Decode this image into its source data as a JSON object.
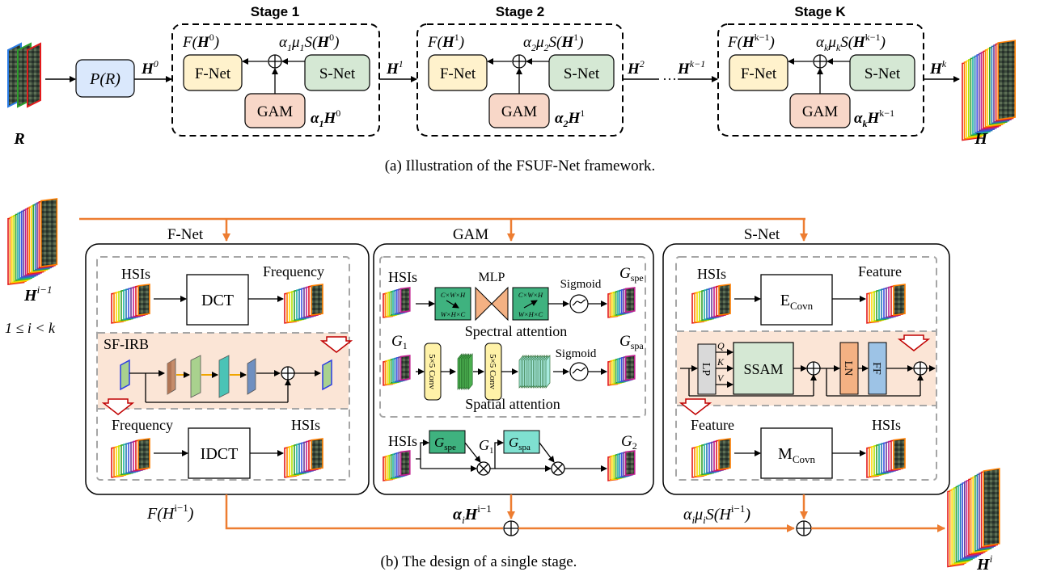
{
  "colors": {
    "orange_arrow": "#ed7d31",
    "fnet_fill": "#fff2cc",
    "snet_fill": "#d5e8d4",
    "gam_fill": "#f8d7c8",
    "p_fill": "#dae8fc",
    "sf_irb_band": "#fbe5d6",
    "block_brown": "#c58c6a",
    "block_green": "#a9d18e",
    "block_teal": "#4bc3b6",
    "block_blue": "#6f8fc0",
    "ln_fill": "#f4b183",
    "ff_fill": "#9dc3e6",
    "lp_fill": "#d9d9d9",
    "conv_fill": "#fff2a8",
    "gspe_fill": "#3fb27f",
    "gspa_fill": "#7fe0d0",
    "down_arrow_red": "#c00000"
  },
  "part_a": {
    "input_label": "R",
    "p_block": "P(R)",
    "h0": "H",
    "h0_sup": "0",
    "h1": "H",
    "h1_sup": "1",
    "h2": "H",
    "h2_sup": "2",
    "dots": "···",
    "hk1": "H",
    "hk1_sup": "k−1",
    "hk": "H",
    "hk_sup": "k",
    "output_label": "H",
    "caption": "(a) Illustration of the FSUF-Net framework.",
    "stages": [
      {
        "title": "Stage 1",
        "fnet": "F-Net",
        "snet": "S-Net",
        "gam": "GAM",
        "f_label_pre": "F(",
        "f_label_sup": "0",
        "s_label_pre": "α",
        "s_sub": "1",
        "mu_sub": "1",
        "s_sup": "0",
        "g_pre": "α",
        "g_sub": "1",
        "g_sup": "0"
      },
      {
        "title": "Stage 2",
        "fnet": "F-Net",
        "snet": "S-Net",
        "gam": "GAM",
        "f_label_pre": "F(",
        "f_label_sup": "1",
        "s_label_pre": "α",
        "s_sub": "2",
        "mu_sub": "2",
        "s_sup": "1",
        "g_pre": "α",
        "g_sub": "2",
        "g_sup": "1"
      },
      {
        "title": "Stage K",
        "fnet": "F-Net",
        "snet": "S-Net",
        "gam": "GAM",
        "f_label_pre": "F(",
        "f_label_sup": "k−1",
        "s_label_pre": "α",
        "s_sub": "k",
        "mu_sub": "k",
        "s_sup": "k−1",
        "g_pre": "α",
        "g_sub": "k",
        "g_sup": "k−1"
      }
    ]
  },
  "part_b": {
    "caption": "(b) The design of a single stage.",
    "input_label": "H",
    "input_sup": "i−1",
    "range": "1 ≤ i < k",
    "output_label": "H",
    "output_sup": "i",
    "fnet": {
      "title": "F-Net",
      "hsis": "HSIs",
      "dct": "DCT",
      "frequency": "Frequency",
      "sf_irb": "SF-IRB",
      "frequency2": "Frequency",
      "idct": "IDCT",
      "hsis2": "HSIs",
      "out_label": "F(H",
      "out_sup": "i−1",
      "out_close": ")"
    },
    "gam": {
      "title": "GAM",
      "hsis": "HSIs",
      "mlp": "MLP",
      "sigmoid": "Sigmoid",
      "g_spe": "G",
      "g_spe_sub": "spe",
      "spectral_attention": "Spectral attention",
      "g1": "G",
      "g1_sub": "1",
      "conv1": "5×5 Conv",
      "conv2": "5×5 Conv",
      "sigmoid2": "Sigmoid",
      "g_spa": "G",
      "g_spa_sub": "spa",
      "spatial_attention": "Spatial attention",
      "reshape1_top": "C×W×H",
      "reshape1_bottom": "W×H×C",
      "reshape2_top": "C×W×H",
      "reshape2_bottom": "W×H×C",
      "hsis2": "HSIs",
      "gspe_box": "G",
      "gspe_box_sub": "spe",
      "g1_mid": "G",
      "g1_mid_sub": "1",
      "gspa_box": "G",
      "gspa_box_sub": "spa",
      "g2": "G",
      "g2_sub": "2",
      "out_label": "α",
      "out_sub": "i",
      "out_h": "H",
      "out_sup": "i−1"
    },
    "snet": {
      "title": "S-Net",
      "hsis": "HSIs",
      "ecovn": "E",
      "ecovn_sub": "Covn",
      "feature": "Feature",
      "lp": "LP",
      "q": "Q",
      "k": "K",
      "v": "V",
      "ssam": "SSAM",
      "ln": "LN",
      "ff": "FF",
      "feature2": "Feature",
      "mcovn": "M",
      "mcovn_sub": "Covn",
      "hsis2": "HSIs",
      "out_label": "α",
      "out_sub": "i",
      "out_mu": "μ",
      "out_mu_sub": "i",
      "out_s": "S(H",
      "out_sup": "i−1",
      "out_close": ")"
    }
  }
}
